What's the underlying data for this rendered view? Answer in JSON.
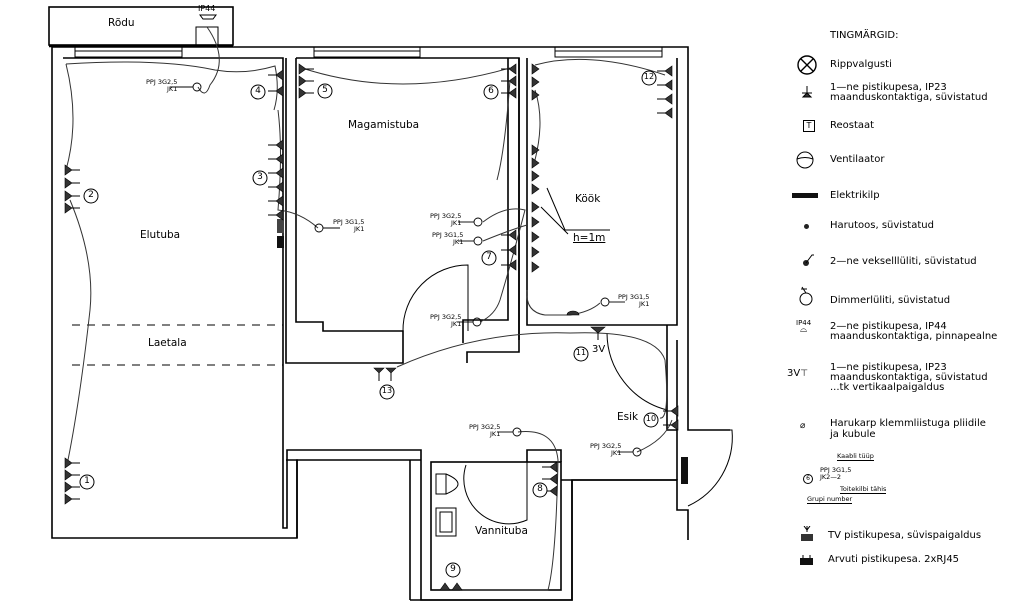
{
  "rooms": {
    "rodu": "Rõdu",
    "elutuba": "Elutuba",
    "laetala": "Laetala",
    "magamistuba": "Magamistuba",
    "kook": "Köök",
    "esik": "Esik",
    "vannituba": "Vannituba"
  },
  "annotations": {
    "ip44": "IP44",
    "h_label": "h=1m",
    "v3": "3V"
  },
  "cables": [
    {
      "type": "PPJ 3G2,5",
      "panel": "JK1",
      "group": "6"
    },
    {
      "type": "PPJ 3G1,5",
      "panel": "JK1",
      "group": "7"
    },
    {
      "type": "PPJ 3G2,5",
      "panel": "JK1",
      "group": "1"
    },
    {
      "type": "PPJ 3G1,5",
      "panel": "JK1",
      "group": "2"
    },
    {
      "type": "PPJ 3G2,5",
      "panel": "JK1",
      "group": "8"
    },
    {
      "type": "PPJ 3G1,5",
      "panel": "JK1",
      "group": "10"
    },
    {
      "type": "PPJ 3G2,5",
      "panel": "JK1",
      "group": "2"
    },
    {
      "type": "PPJ 3G2,5",
      "panel": "JK1",
      "group": "9"
    }
  ],
  "circuit_numbers": [
    "1",
    "2",
    "3",
    "4",
    "5",
    "6",
    "7",
    "8",
    "9",
    "10",
    "11",
    "12",
    "13"
  ],
  "legend": {
    "title": "TINGMÄRGID:",
    "items": [
      {
        "icon": "pendant-light-icon",
        "text": "Rippvalgusti"
      },
      {
        "icon": "socket-ip23-icon",
        "text": "1—ne pistikupesa, IP23",
        "text2": "maanduskontaktiga, süvistatud"
      },
      {
        "icon": "rheostat-icon",
        "symbol": "T",
        "text": "Reostaat"
      },
      {
        "icon": "fan-icon",
        "text": "Ventilaator"
      },
      {
        "icon": "electric-panel-icon",
        "text": "Elektrikilp"
      },
      {
        "icon": "junction-box-icon",
        "text": "Harutoos, süvistatud"
      },
      {
        "icon": "two-way-switch-icon",
        "text": "2—ne vekselllüliti, süvistatud"
      },
      {
        "icon": "dimmer-switch-icon",
        "text": "Dimmerlüliti, süvistatud"
      },
      {
        "icon": "socket-ip44-icon",
        "symbol": "IP44",
        "text": "2—ne pistikupesa, IP44",
        "text2": "maanduskontaktiga, pinnapealne"
      },
      {
        "icon": "socket-vertical-icon",
        "symbol": "3V",
        "text": "1—ne pistikupesa, IP23",
        "text2": "maanduskontaktiga, süvistatud",
        "text3": "...tk vertikaalpaigaldus"
      },
      {
        "icon": "terminal-box-icon",
        "symbol": "⌀",
        "text": "Harukarp klemmliistuga pliidile",
        "text2": "ja kubule"
      },
      {
        "icon": "tv-socket-icon",
        "text": "TV pistikupesa, süvispaigaldus"
      },
      {
        "icon": "computer-socket-icon",
        "text": "Arvuti pistikupesa. 2xRJ45"
      }
    ],
    "key": {
      "cable_type_label": "Kaabli tüüp",
      "cable": "PPJ 3G1,5",
      "panel": "JK2—2",
      "panel_label": "Toitekilbi tähis",
      "group_label": "Grupi number",
      "group": "6"
    }
  }
}
